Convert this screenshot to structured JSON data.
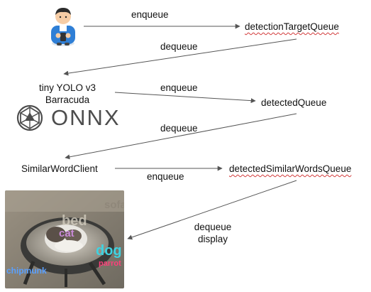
{
  "nodes": {
    "detection_target_queue": "detectionTargetQueue",
    "tiny_yolo_line1": "tiny YOLO v3",
    "tiny_yolo_line2": "Barracuda",
    "detected_queue": "detectedQueue",
    "similar_word_client": "SimilarWordClient",
    "detected_similar_words_queue": "detectedSimilarWordsQueue"
  },
  "edges": {
    "user_to_detection_target": "enqueue",
    "detection_target_to_yolo": "dequeue",
    "yolo_to_detected": "enqueue",
    "detected_to_similar_client": "dequeue",
    "similar_client_to_similar_words": "enqueue",
    "similar_words_to_display_line1": "dequeue",
    "similar_words_to_display_line2": "display"
  },
  "onnx_logo": {
    "wordmark": "ONNX"
  },
  "photo": {
    "tags": [
      "sofa",
      "cat",
      "dog",
      "parrot",
      "chipmunk",
      "bed"
    ]
  },
  "colors": {
    "arrow": "#555555",
    "squiggle": "#d23a3a",
    "onnx": "#4d4d4d"
  }
}
